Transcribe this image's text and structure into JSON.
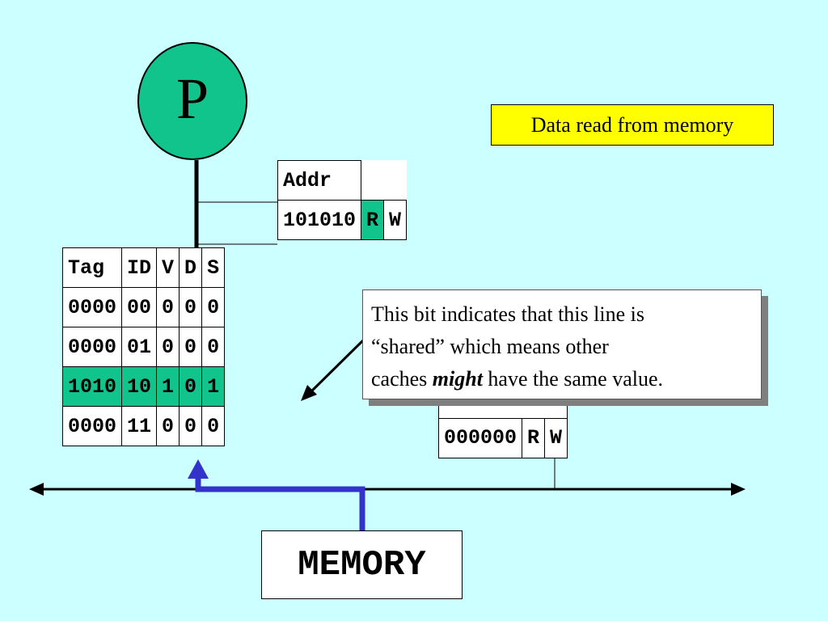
{
  "processor": {
    "label": "P"
  },
  "status_label": "Data read from memory",
  "address_table": {
    "header": "Addr",
    "address": "101010",
    "read_flag": "R",
    "write_flag": "W"
  },
  "cache_table": {
    "headers": [
      "Tag",
      "ID",
      "V",
      "D",
      "S"
    ],
    "rows": [
      [
        "0000",
        "00",
        "0",
        "0",
        "0"
      ],
      [
        "0000",
        "01",
        "0",
        "0",
        "0"
      ],
      [
        "1010",
        "10",
        "1",
        "0",
        "1"
      ],
      [
        "0000",
        "11",
        "0",
        "0",
        "0"
      ]
    ],
    "highlighted_row": 2
  },
  "other_cache": {
    "address": "000000",
    "read_flag": "R",
    "write_flag": "W"
  },
  "callout": {
    "line1": "This bit indicates that this line is",
    "line2": "“shared” which means other",
    "line3_before": "caches ",
    "line3_emphasis": "might",
    "line3_after": " have the same value."
  },
  "memory": {
    "label": "MEMORY"
  },
  "colors": {
    "background": "#ccffff",
    "highlight": "#10c48c",
    "label_box": "#ffff00",
    "memory_path": "#3333cc"
  }
}
